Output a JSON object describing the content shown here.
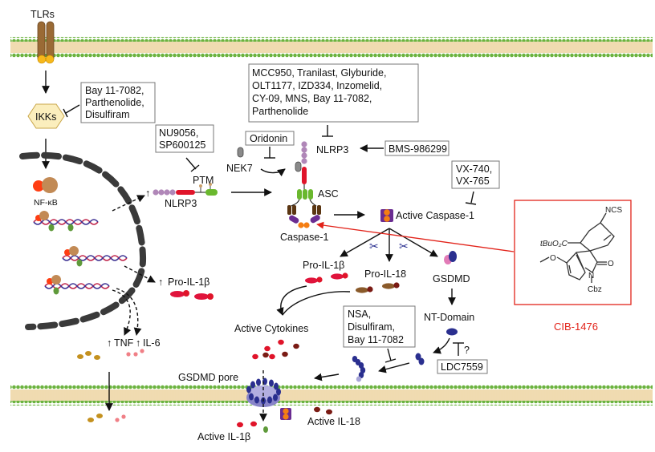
{
  "title": "NLRP3 inflammasome pathway and inhibitors",
  "colors": {
    "membrane_head": "#6cb33f",
    "membrane_tail": "#f2dfb8",
    "receptor": "#9a6a35",
    "receptor_base": "#f7b81b",
    "ikk_fill": "#fbeebd",
    "nucleus_border": "#3a3a3a",
    "nlrp3_domain": "#b087b8",
    "cardinal_red": "#e0142a",
    "asc_green": "#6ab82e",
    "caspase_purple": "#6a2c91",
    "caspase_orange": "#f57e12",
    "il18_brown": "#8a5a2a",
    "gsdmd_blue": "#2a2f8f",
    "gsdmd_pink": "#e27bb7",
    "highlight_red": "#e2231a"
  },
  "labels": {
    "tlrs": "TLRs",
    "ikks": "IKKs",
    "nfkb": "NF-κB",
    "ptm": "PTM",
    "nlrp3_primed": "NLRP3",
    "nek7": "NEK7",
    "nlrp3_active": "NLRP3",
    "asc": "ASC",
    "caspase1": "Caspase-1",
    "active_caspase1": "Active Caspase-1",
    "pro_il1b_nucleus": "Pro-IL-1β",
    "pro_il1b": "Pro-IL-1β",
    "pro_il18": "Pro-IL-18",
    "gsdmd": "GSDMD",
    "nt_domain": "NT-Domain",
    "active_cytokines": "Active Cytokines",
    "tnf": "TNF",
    "il6": "IL-6",
    "gsdmd_pore": "GSDMD pore",
    "active_il1b": "Active IL-1β",
    "active_il18": "Active IL-18",
    "question": "?",
    "up_arrow": "↑"
  },
  "inhibitor_boxes": {
    "ikk": [
      "Bay 11-7082,",
      "Parthenolide,",
      "Disulfiram"
    ],
    "ptm": [
      "NU9056,",
      "SP600125"
    ],
    "nlrp3": [
      "MCC950, Tranilast, Glyburide,",
      "OLT1177, IZD334, Inzomelid,",
      "CY-09, MNS, Bay 11-7082,",
      "Parthenolide"
    ],
    "nek7": [
      "Oridonin"
    ],
    "bms": [
      "BMS-986299"
    ],
    "caspase": [
      "VX-740,",
      "VX-765"
    ],
    "pore": [
      "NSA,",
      "Disulfiram,",
      "Bay 11-7082"
    ],
    "ldc": [
      "LDC7559"
    ]
  },
  "compound": {
    "name": "CIB-1476",
    "groups": {
      "ncs": "NCS",
      "ester": "tBuO₂C",
      "methoxy_o": "O",
      "carbonyl_o": "O",
      "n": "N",
      "cbz": "Cbz"
    }
  }
}
